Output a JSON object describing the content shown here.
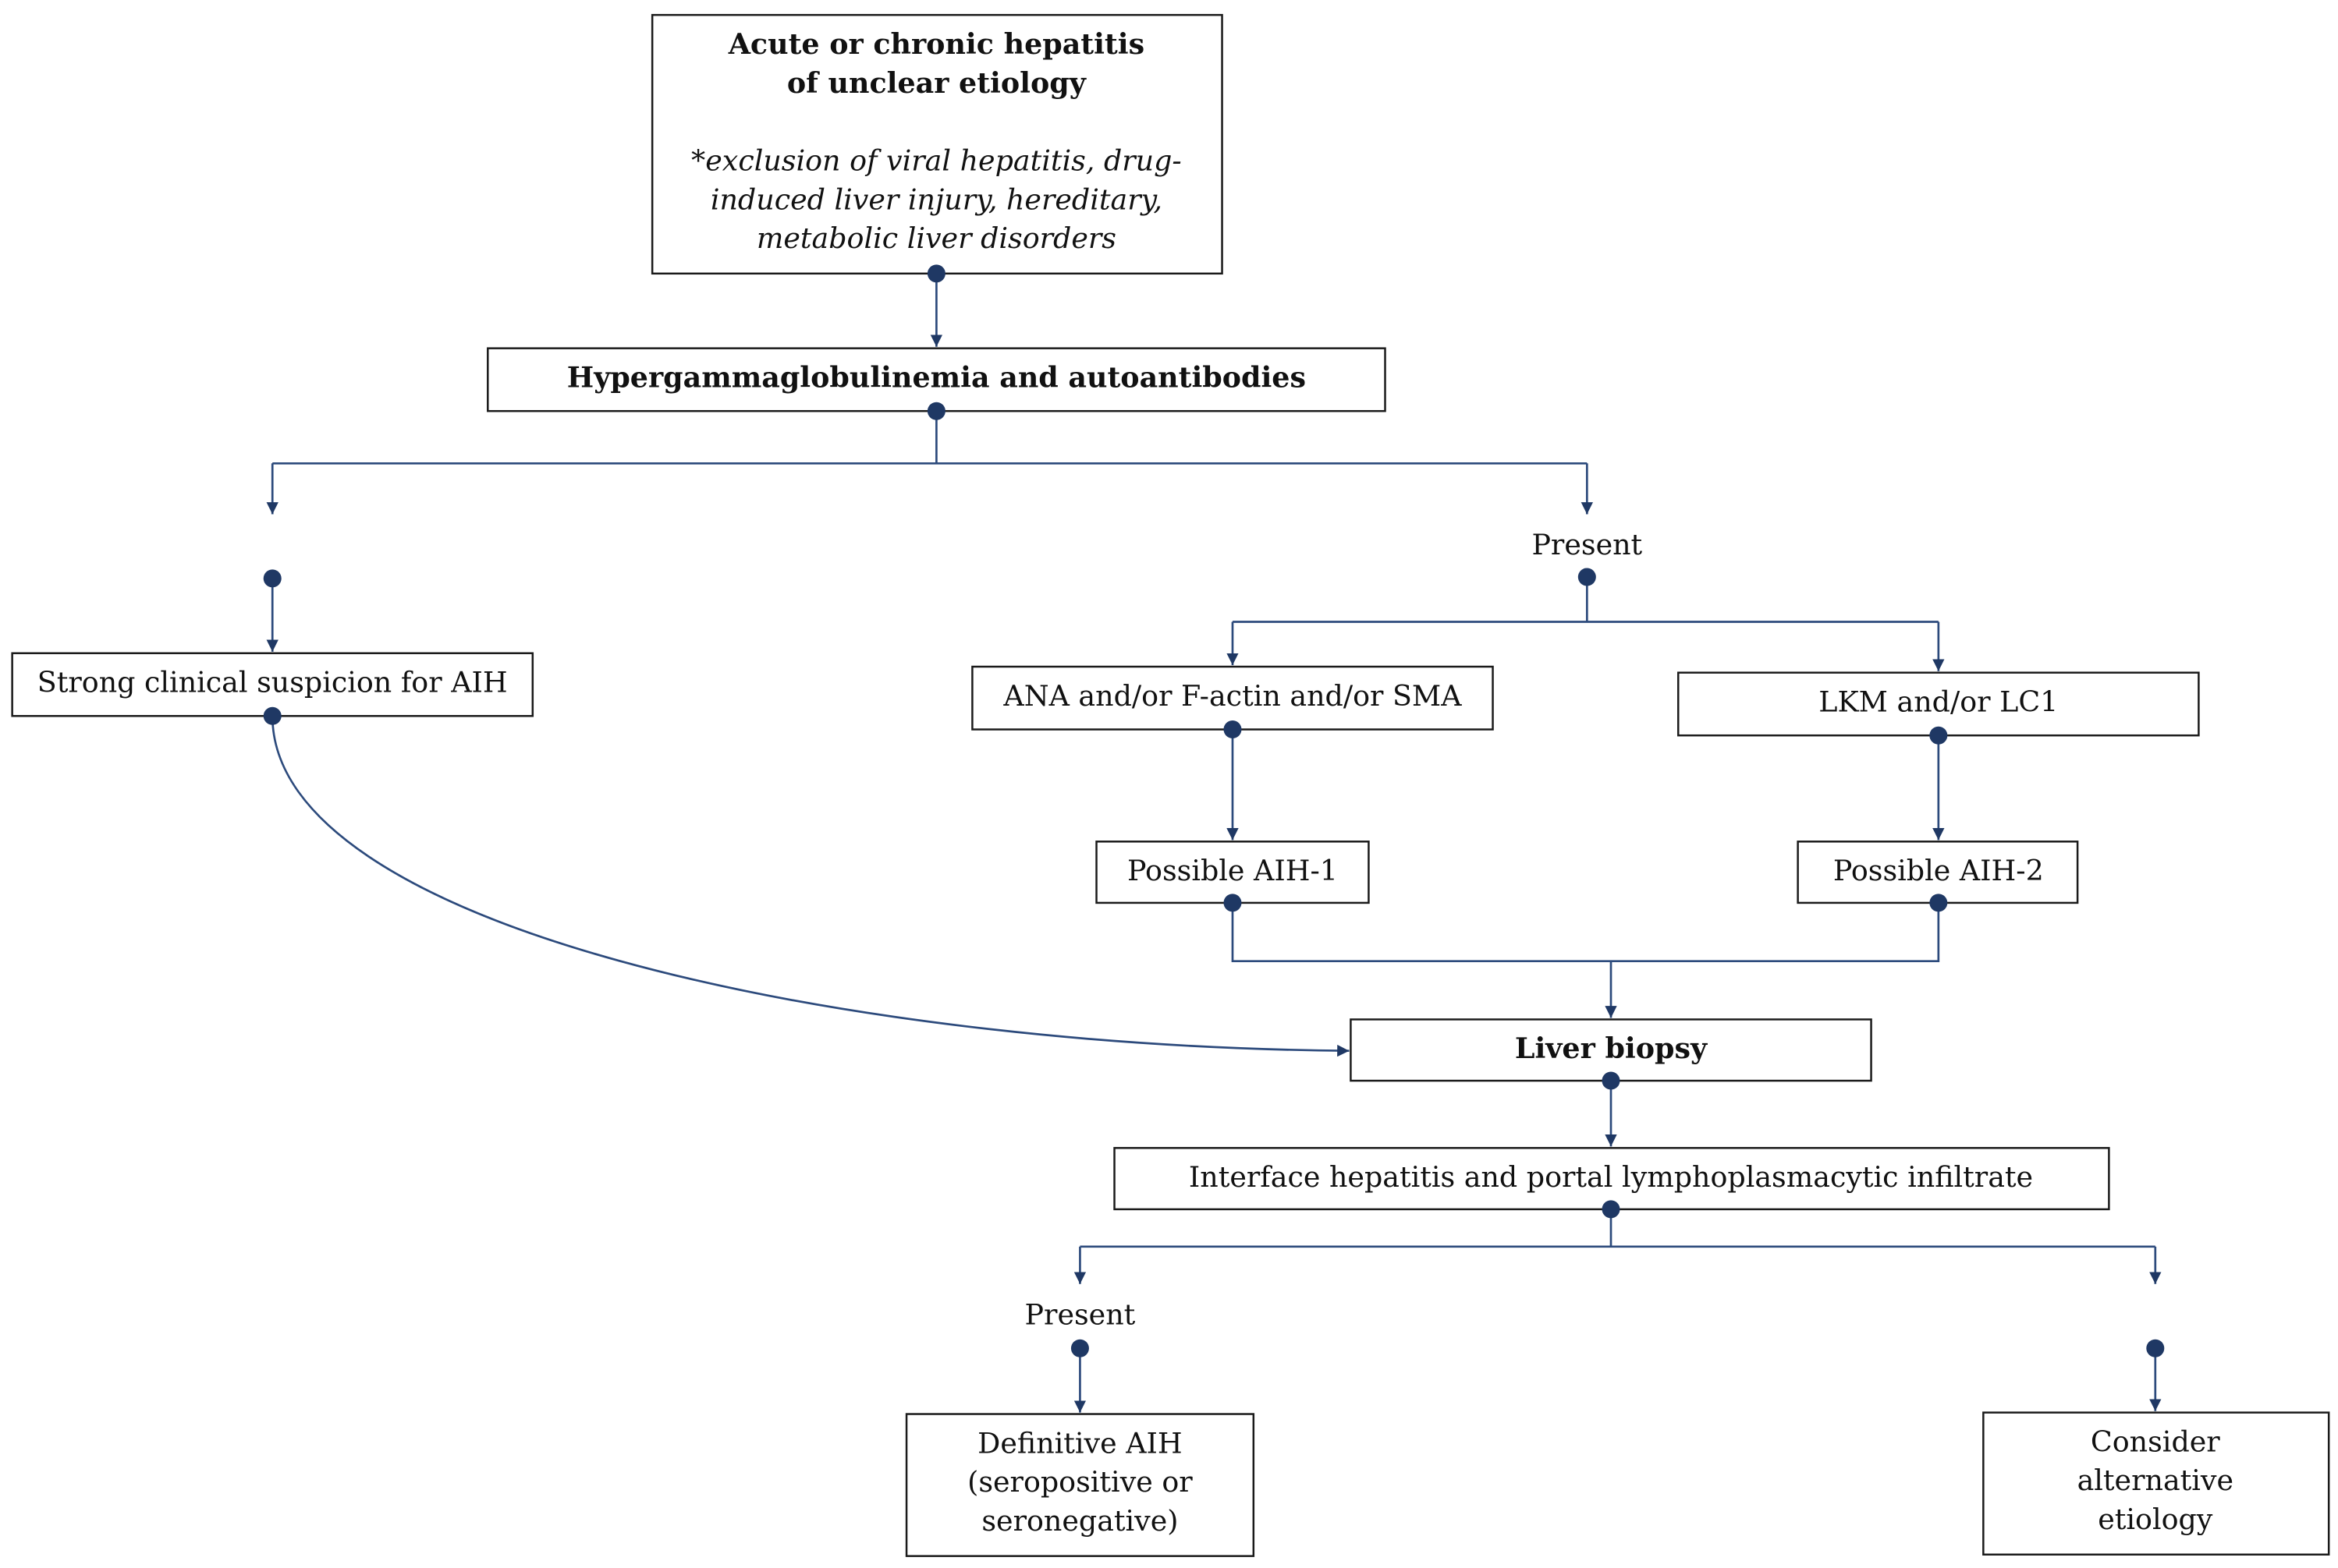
{
  "colors": {
    "connector": "#1f3864",
    "box_border": "#1a1a1a",
    "background": "#ffffff"
  },
  "nodes": {
    "start": {
      "title_lines": [
        "Acute or chronic hepatitis",
        "of unclear etiology"
      ],
      "note_lines": [
        "*exclusion of viral hepatitis, drug-",
        "induced liver injury, hereditary,",
        "metabolic liver disorders"
      ]
    },
    "hyper": "Hypergammaglobulinemia and autoantibodies",
    "present1": "Present",
    "strong": "Strong clinical suspicion for AIH",
    "ana": "ANA and/or F-actin and/or SMA",
    "lkm": "LKM and/or LC1",
    "aih1": "Possible AIH-1",
    "aih2": "Possible AIH-2",
    "biopsy": "Liver biopsy",
    "interface": "Interface hepatitis and portal lymphoplasmacytic infiltrate",
    "present2": "Present",
    "definitive": [
      "Definitive AIH",
      "(seropositive or",
      "seronegative)"
    ],
    "alternative": [
      "Consider",
      "alternative",
      "etiology"
    ]
  }
}
